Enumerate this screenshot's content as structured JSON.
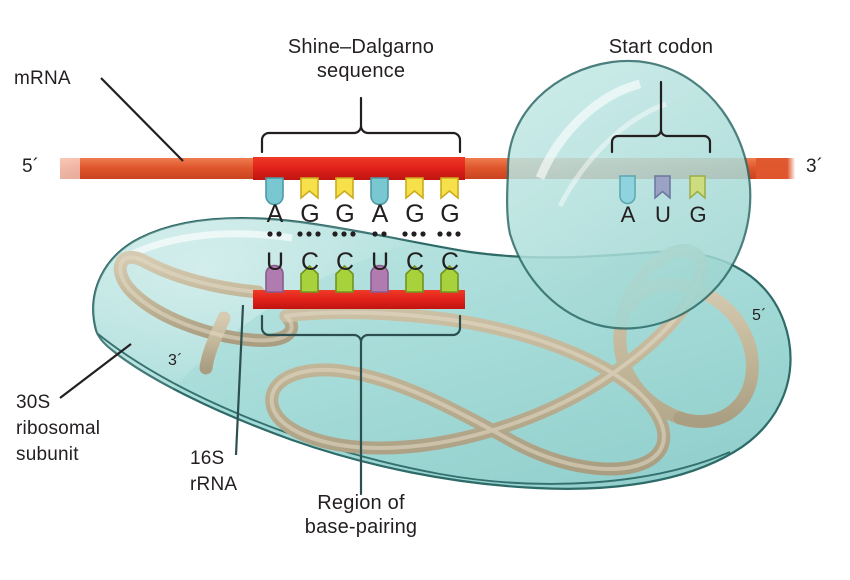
{
  "figure": {
    "title_label_mrna": "mRNA",
    "shine_dalgarno_label_line1": "Shine–Dalgarno",
    "shine_dalgarno_label_line2": "sequence",
    "start_codon_label": "Start codon",
    "subunit_label_line1": "30S",
    "subunit_label_line2": "ribosomal",
    "subunit_label_line3": "subunit",
    "rrna_label_line1": "16S",
    "rrna_label_line2": "rRNA",
    "base_pairing_label_line1": "Region of",
    "base_pairing_label_line2": "base-pairing",
    "mrna_five_prime": "5´",
    "mrna_three_prime": "3´",
    "rrna_three_prime": "3´",
    "rrna_five_prime": "5´"
  },
  "chart_data": {
    "type": "diagram",
    "title": "Shine–Dalgarno sequence base-pairing with 16S rRNA",
    "mrna_sequence": [
      "A",
      "G",
      "G",
      "A",
      "G",
      "G"
    ],
    "rrna_sequence": [
      "U",
      "C",
      "C",
      "U",
      "C",
      "C"
    ],
    "start_codon_sequence": [
      "A",
      "U",
      "G"
    ],
    "hydrogen_bonds": [
      2,
      3,
      3,
      2,
      3,
      3
    ],
    "base_colors": {
      "A": "#79c7d0",
      "G": "#f7e14a",
      "C": "#a8d23c",
      "U": "#b07cb0",
      "A_start": "#8fd3de",
      "U_start": "#9aa3c4",
      "G_start": "#ccdc7e"
    },
    "base_shapes": {
      "A": "rounded-bottom",
      "G": "notched-flag",
      "C": "pentagon-up",
      "U": "rounded-bottom"
    },
    "palette": {
      "mrna_strand": "#e0572e",
      "mrna_highlight": "#e8241a",
      "ribosome_fill": "#a8dad8",
      "ribosome_stroke": "#2e6b68",
      "rrna_strand": "#c3b79a",
      "text": "#231f20",
      "background": "#ffffff"
    }
  }
}
